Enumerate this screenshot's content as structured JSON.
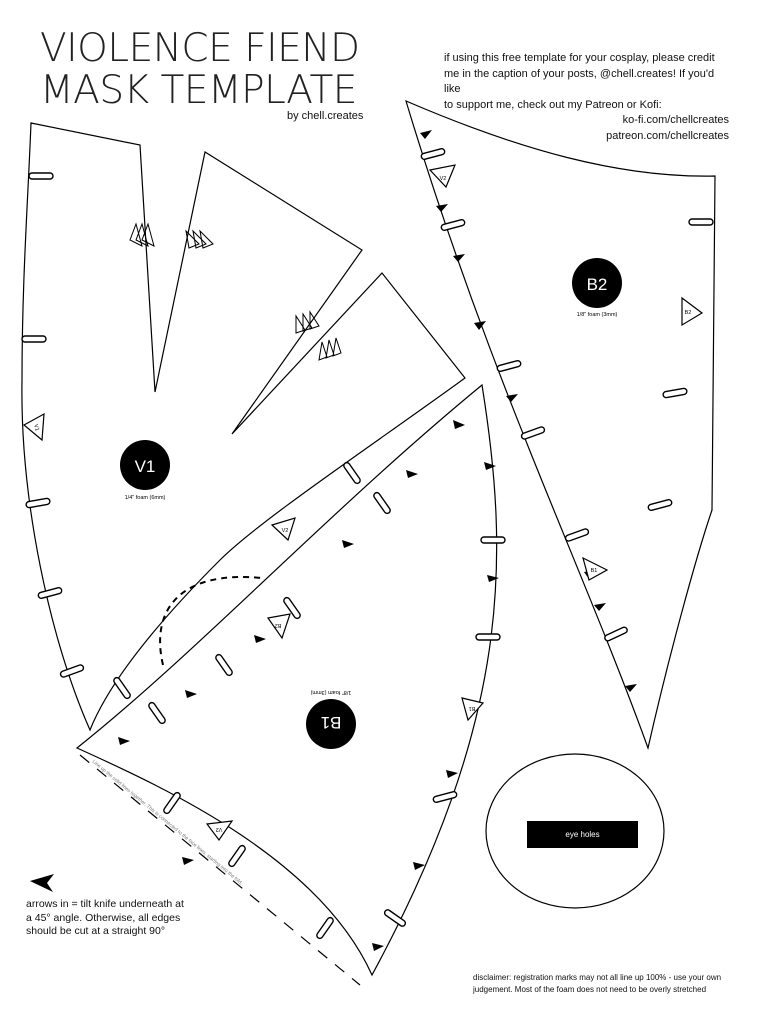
{
  "header": {
    "title_line1": "VIOLENCE FIEND",
    "title_line2": "MASK TEMPLATE",
    "byline": "by chell.creates"
  },
  "credit": {
    "line1": "if using this free template for your cosplay, please credit",
    "line2": "me in the caption of your posts, @chell.creates! If you'd like",
    "line3": "to support me, check out my Patreon or Kofi:",
    "kofi": "ko-fi.com/chellcreates",
    "patreon": "patreon.com/chellcreates"
  },
  "pieces": {
    "v1": {
      "label": "V1",
      "foam": "1/4\" foam (6mm)"
    },
    "b1": {
      "label": "B1",
      "foam": "1/8\" foam (3mm)"
    },
    "b2": {
      "label": "B2",
      "foam": "1/8\" foam (3mm)"
    }
  },
  "markers": {
    "v2": "V2",
    "v1": "V1",
    "b2": "B2",
    "b1": "B1"
  },
  "eyeholes_label": "eye holes",
  "fold_note": "Line up the solid lines together. This is connected to the face lines, starting into the fold.",
  "legend": {
    "line1": "arrows in = tilt knife underneath at",
    "line2": "a 45° angle. Otherwise, all edges",
    "line3": "should be cut at a straight 90°"
  },
  "disclaimer": {
    "line1": "disclaimer: registration marks may not all line up 100% - use your own",
    "line2": "judgement. Most of the foam does not need to be overly stretched"
  }
}
